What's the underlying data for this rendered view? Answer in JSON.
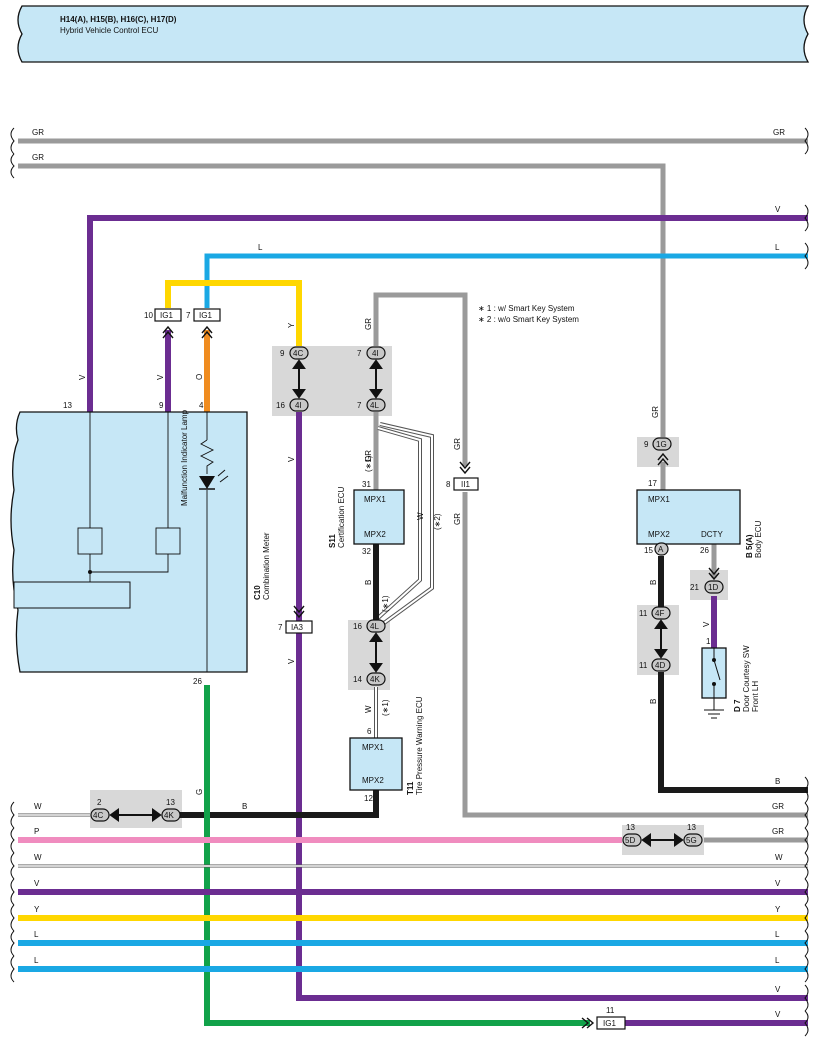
{
  "header": {
    "title": "H14(A), H15(B), H16(C), H17(D)",
    "subtitle": "Hybrid Vehicle Control ECU"
  },
  "colors": {
    "GR": "#9a9a9a",
    "V": "#6b2d91",
    "L": "#1aa8e4",
    "Y": "#ffd700",
    "O": "#f08c1f",
    "B": "#1a1a1a",
    "G": "#11a24a",
    "P": "#f08cbf",
    "W": "#ffffff",
    "ecu_fill": "#c6e7f6"
  },
  "components": {
    "combination_meter": {
      "id": "C10",
      "name": "Combination Meter",
      "lamp": "Malfunction Indicator Lamp",
      "pins": {
        "p13": "13",
        "p9": "9",
        "p4": "4",
        "p26": "26"
      }
    },
    "certification_ecu": {
      "id": "S11",
      "name": "Certification ECU",
      "top": "MPX1",
      "bot": "MPX2",
      "pin_top": "31",
      "pin_bot": "32"
    },
    "tire_ecu": {
      "id": "T11",
      "name": "Tire Pressure Warning ECU",
      "top": "MPX1",
      "bot": "MPX2",
      "pin_top": "6",
      "pin_bot": "12"
    },
    "body_ecu": {
      "id": "B 5(A)",
      "name": "Body ECU",
      "mpx1": "MPX1",
      "mpx2": "MPX2",
      "dcty": "DCTY",
      "pin17": "17",
      "pin15": "15",
      "pin26": "26"
    },
    "door_sw": {
      "id": "D 7",
      "name": "Door Courtesy SW",
      "sub": "Front LH",
      "pin": "1"
    }
  },
  "notes": {
    "n1": "∗ 1 : w/ Smart Key System",
    "n2": "∗ 2 : w/o Smart Key System"
  },
  "connectors": {
    "ig1_a": {
      "name": "IG1",
      "pin": "10"
    },
    "ig1_b": {
      "name": "IG1",
      "pin": "7"
    },
    "c4c_top": {
      "name": "4C",
      "pin": "9"
    },
    "c4i_top": {
      "name": "4I",
      "pin": "7"
    },
    "c4i_bot": {
      "name": "4I",
      "pin": "16"
    },
    "c4l_top": {
      "name": "4L",
      "pin": "7"
    },
    "ii1": {
      "name": "II1",
      "pin": "8"
    },
    "c1g": {
      "name": "1G",
      "pin": "9"
    },
    "ca": {
      "name": "A"
    },
    "c1d": {
      "name": "1D",
      "pin": "21"
    },
    "ia3": {
      "name": "IA3",
      "pin": "7"
    },
    "c4l_mid": {
      "name": "4L",
      "pin": "16"
    },
    "c4k_mid": {
      "name": "4K",
      "pin": "14"
    },
    "c4f": {
      "name": "4F",
      "pin": "11"
    },
    "c4d": {
      "name": "4D",
      "pin": "11"
    },
    "c4c_w": {
      "name": "4C",
      "pin": "2"
    },
    "c4k_w": {
      "name": "4K",
      "pin": "13"
    },
    "c5d": {
      "name": "5D",
      "pin": "13"
    },
    "c5g": {
      "name": "5G",
      "pin": "13"
    },
    "ig1_bot": {
      "name": "IG1",
      "pin": "11"
    }
  },
  "wire_labels": {
    "gr": "GR",
    "v": "V",
    "l": "L",
    "y": "Y",
    "o": "O",
    "b": "B",
    "g": "G",
    "w": "W",
    "p": "P",
    "star1": "(∗1)",
    "star2": "(∗2)"
  }
}
